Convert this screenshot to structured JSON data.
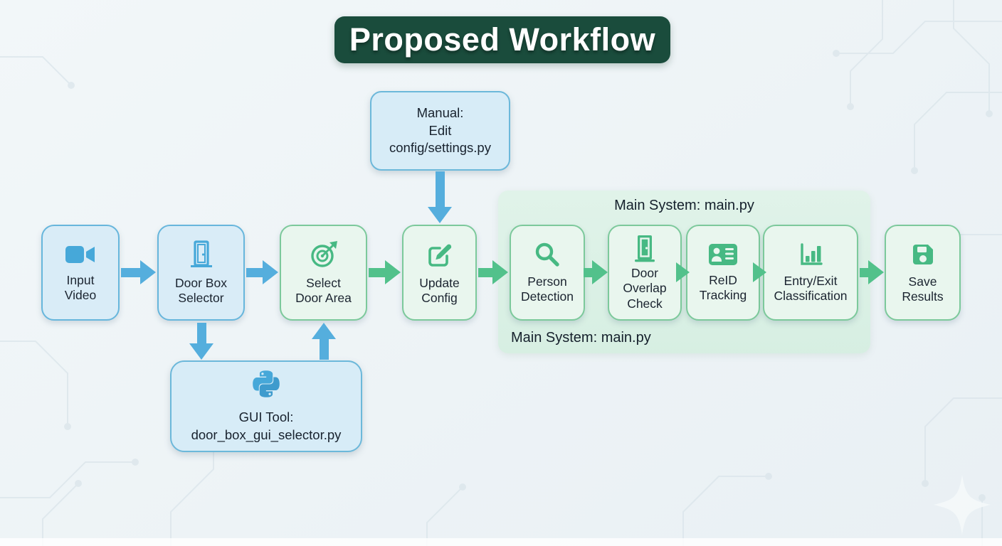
{
  "title": "Proposed Workflow",
  "main_system": {
    "label_top": "Main System: main.py",
    "label_bottom": "Main System: main.py"
  },
  "nodes": [
    {
      "id": "input-video",
      "label": "Input\nVideo",
      "icon": "video-camera-icon",
      "color": "blue"
    },
    {
      "id": "door-box-selector",
      "label": "Door Box\nSelector",
      "icon": "door-icon",
      "color": "blue"
    },
    {
      "id": "select-door-area",
      "label": "Select\nDoor Area",
      "icon": "target-icon",
      "color": "green"
    },
    {
      "id": "update-config",
      "label": "Update\nConfig",
      "icon": "edit-icon",
      "color": "green"
    },
    {
      "id": "person-detection",
      "label": "Person\nDetection",
      "icon": "search-icon",
      "color": "green"
    },
    {
      "id": "door-overlap-check",
      "label": "Door\nOverlap\nCheck",
      "icon": "door-filled-icon",
      "color": "green"
    },
    {
      "id": "reid-tracking",
      "label": "ReID\nTracking",
      "icon": "id-card-icon",
      "color": "green"
    },
    {
      "id": "entry-exit-classification",
      "label": "Entry/Exit\nClassification",
      "icon": "bar-chart-icon",
      "color": "green"
    },
    {
      "id": "save-results",
      "label": "Save\nResults",
      "icon": "save-icon",
      "color": "green"
    }
  ],
  "helpers": [
    {
      "id": "manual-config",
      "label": "Manual:\nEdit\nconfig/settings.py",
      "icon": null
    },
    {
      "id": "gui-tool",
      "label": "GUI Tool:\ndoor_box_gui_selector.py",
      "icon": "python-icon"
    }
  ],
  "colors": {
    "banner_bg": "#1a4c3c",
    "blue_fill": "#d9ecf7",
    "blue_border": "#67b6dc",
    "blue_accent": "#46a8d9",
    "arrow_blue": "#55aedd",
    "green_fill": "#e9f6ee",
    "green_border": "#7cc99b",
    "green_accent": "#47b983",
    "arrow_green": "#52c18b",
    "container_bg": "#d9efe3",
    "text": "#1b2430"
  }
}
